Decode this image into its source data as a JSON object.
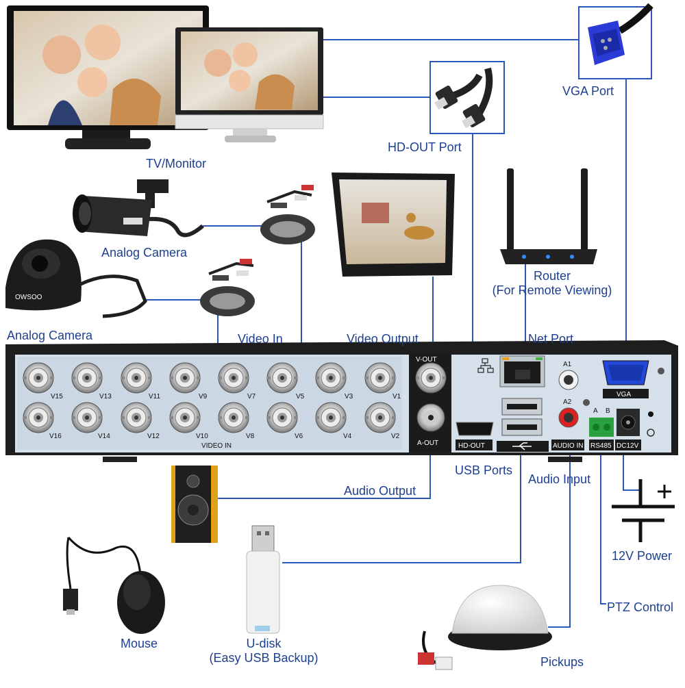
{
  "labels": {
    "tv_monitor": "TV/Monitor",
    "analog_camera_1": "Analog Camera",
    "analog_camera_2": "Analog Camera",
    "video_in": "Video In",
    "video_output": "Video Output",
    "hd_out_port": "HD-OUT Port",
    "vga_port": "VGA Port",
    "router_line1": "Router",
    "router_line2": "(For Remote Viewing)",
    "net_port": "Net Port",
    "usb_ports": "USB Ports",
    "audio_input": "Audio Input",
    "audio_output": "Audio Output",
    "power": "12V Power",
    "ptz_control": "PTZ Control",
    "mouse": "Mouse",
    "udisk_line1": "U-disk",
    "udisk_line2": "(Easy USB Backup)",
    "pickups": "Pickups"
  },
  "dvr_panel": {
    "video_in_label": "VIDEO IN",
    "channels_top": [
      "V15",
      "V13",
      "V11",
      "V9",
      "V7",
      "V5",
      "V3",
      "V1"
    ],
    "channels_bottom": [
      "V16",
      "V14",
      "V12",
      "V10",
      "V8",
      "V6",
      "V4",
      "V2"
    ],
    "v_out": "V-OUT",
    "a_out": "A-OUT",
    "hd_out": "HD-OUT",
    "a1": "A1",
    "a2": "A2",
    "audio_in": "AUDIO IN",
    "vga": "VGA",
    "rs485": "RS485",
    "a": "A",
    "b": "B",
    "dc12v": "DC12V"
  },
  "camera_brand": "OWSOO",
  "colors": {
    "line": "#2b56b8",
    "label": "#1d3f8f",
    "panel": "#d5e0ea",
    "chassis": "#1e1e1e"
  }
}
